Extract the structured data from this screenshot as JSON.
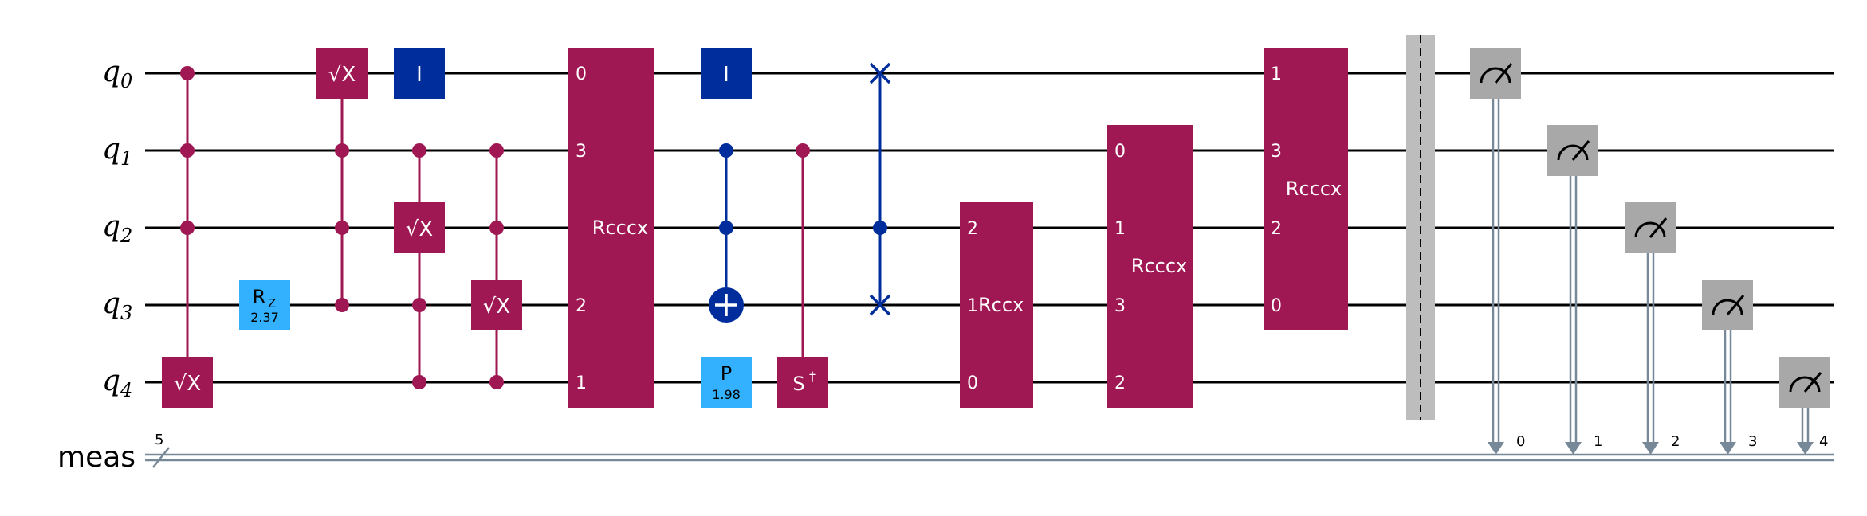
{
  "colors": {
    "wire": "#000000",
    "classical": "#778899",
    "multi_gate": "#9f1853",
    "identity": "#002d9c",
    "rotation": "#33b1ff",
    "barrier": "#bdbdbd",
    "measure": "#a8a8a8"
  },
  "qubits": [
    {
      "name": "q",
      "index": "0"
    },
    {
      "name": "q",
      "index": "1"
    },
    {
      "name": "q",
      "index": "2"
    },
    {
      "name": "q",
      "index": "3"
    },
    {
      "name": "q",
      "index": "4"
    }
  ],
  "classical": {
    "name": "meas",
    "size": "5",
    "bit_labels": [
      "0",
      "1",
      "2",
      "3",
      "4"
    ]
  },
  "gates": {
    "sx": "√X",
    "identity": "I",
    "rz": {
      "label": "R",
      "sub": "Z",
      "param": "2.37"
    },
    "p": {
      "label": "P",
      "param": "1.98"
    },
    "sdg": {
      "label": "S",
      "sup": "†"
    },
    "rcccx": "Rcccx",
    "rccx": "Rccx",
    "rcccx1_ports": [
      "0",
      "3",
      "Rcccx",
      "2",
      "1"
    ],
    "rccx_ports": [
      "2",
      "1",
      "0"
    ],
    "rcccx2_ports": [
      "0",
      "1",
      "3",
      "2"
    ],
    "rcccx3_ports": [
      "1",
      "3",
      "2",
      "0"
    ]
  }
}
